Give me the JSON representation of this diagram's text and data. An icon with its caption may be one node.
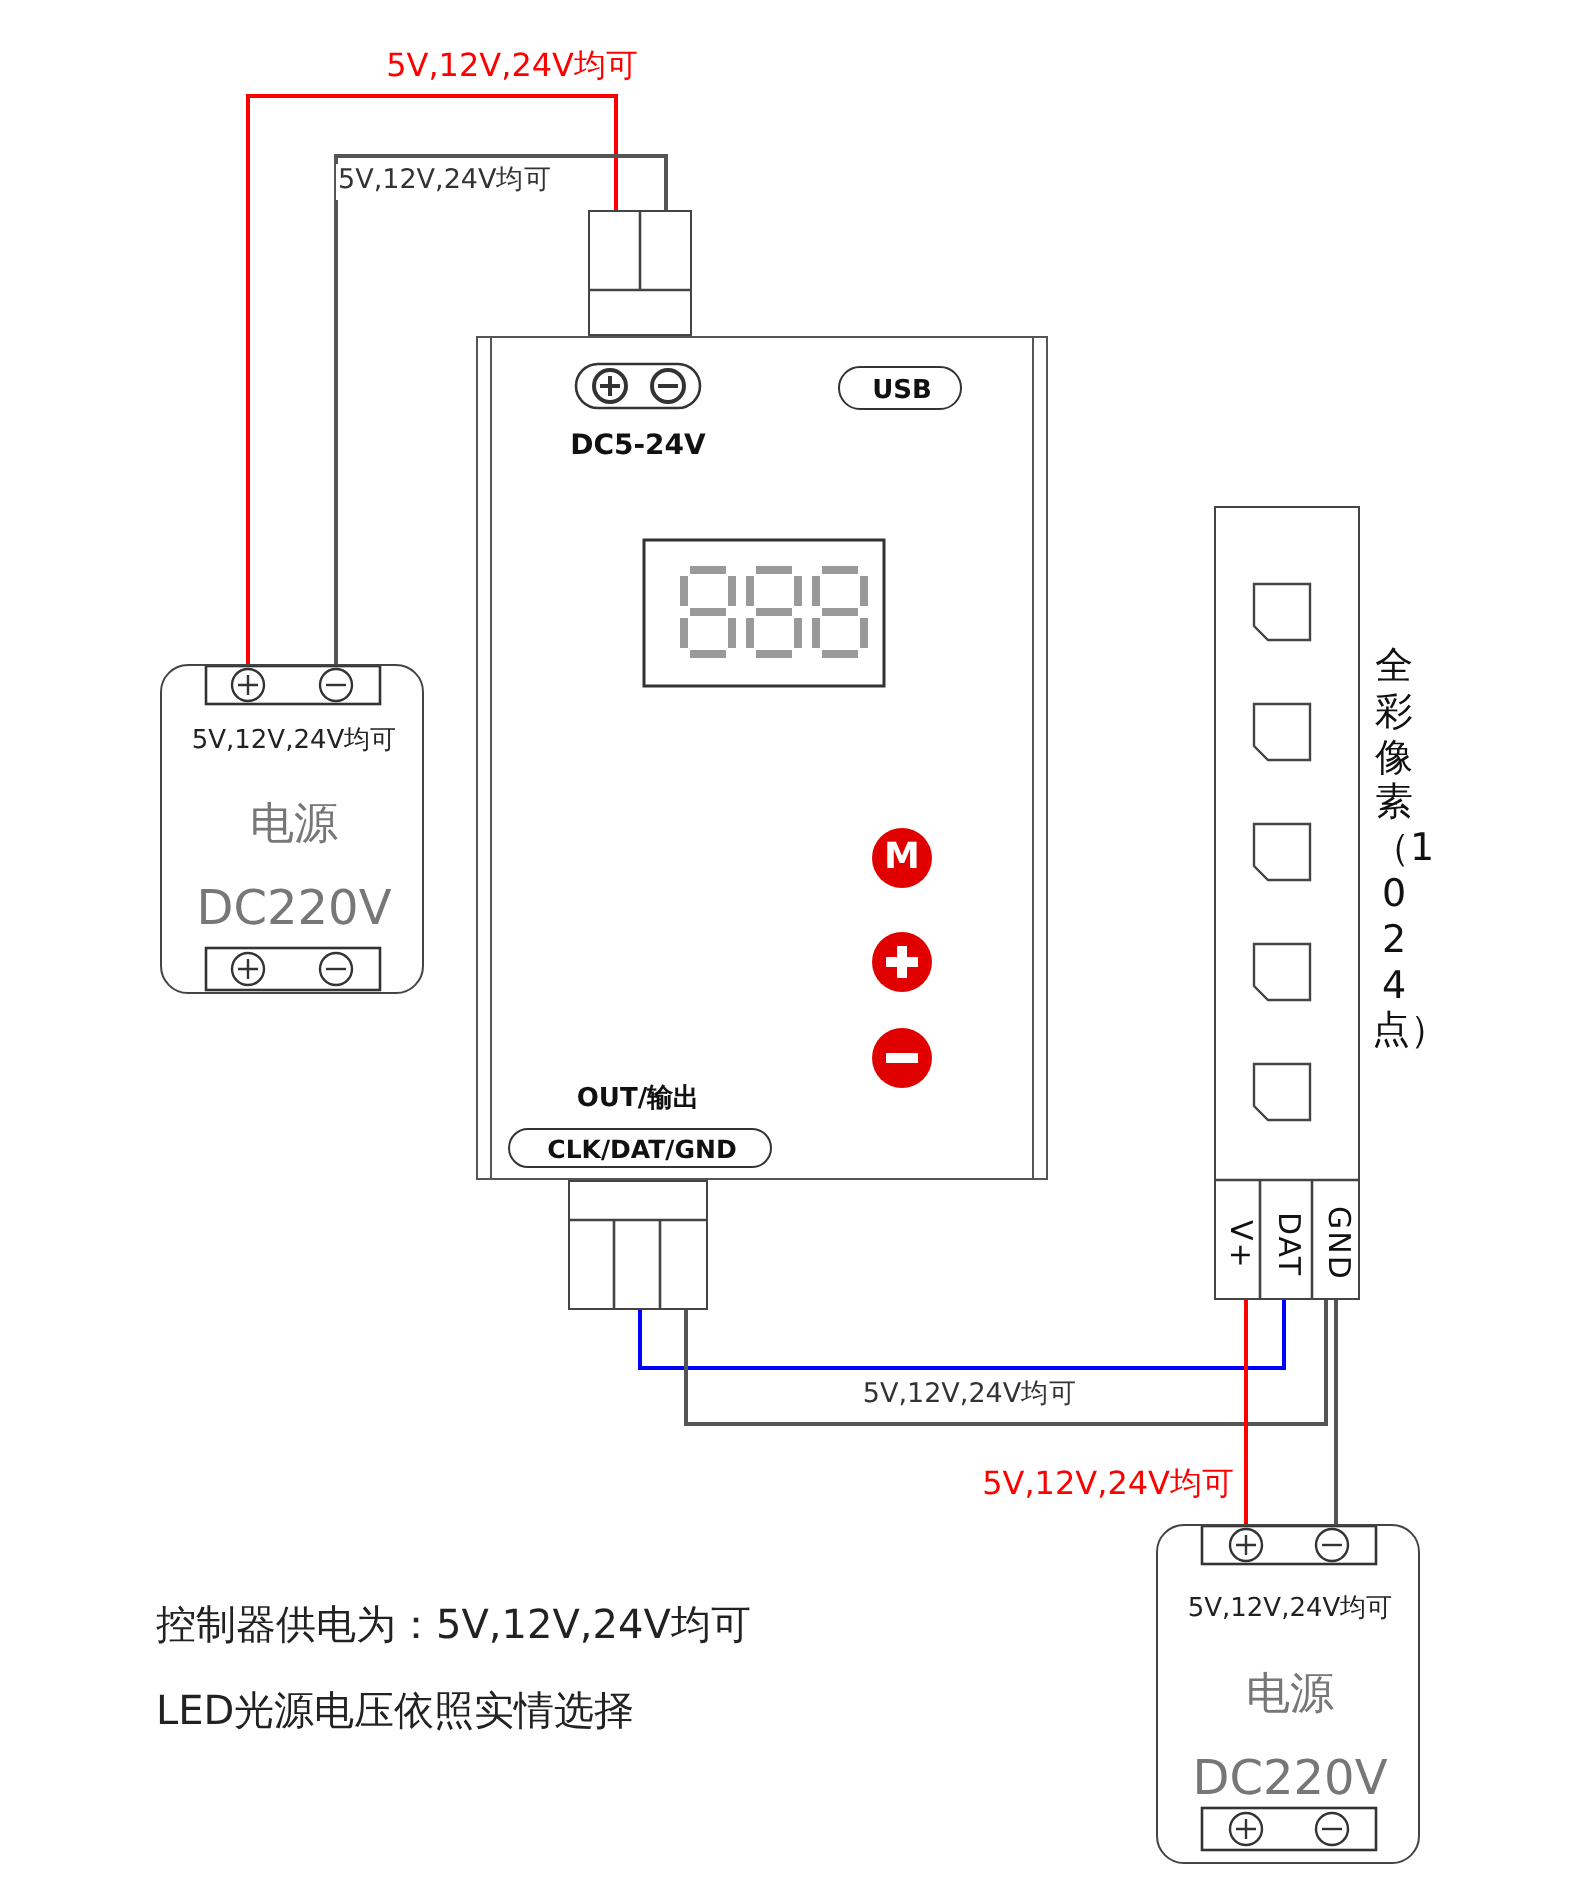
{
  "diagram": {
    "nodes": [
      {
        "text": [
          "5V,12V,24V均可",
          "电源",
          "DC220V"
        ]
      },
      {
        "text": [
          "DC5-24V",
          "OUT/输出"
        ]
      },
      {
        "text": [
          "USB"
        ],
        "in": 1
      },
      {
        "text": [
          "CLK/DAT/GND"
        ],
        "in": 1
      },
      {
        "text": [
          "M"
        ],
        "in": 1
      },
      {
        "text": [],
        "shape": "circle",
        "in": 1
      },
      {
        "text": [],
        "shape": "circle",
        "in": 1
      },
      {
        "text": [],
        "shape": "box"
      },
      {
        "text": [],
        "shape": "box"
      },
      {
        "text": [
          "V+",
          "DAT",
          "GND"
        ],
        "beside": [
          "全彩像素（1024点）"
        ]
      },
      {
        "text": [
          "5V,12V,24V均可",
          "电源",
          "DC220V"
        ]
      }
    ],
    "edges": [
      {
        "from": 0,
        "to": 7,
        "arrow": "none",
        "label": "5V,12V,24V均可",
        "color": "#ff0000"
      },
      {
        "from": 0,
        "to": 7,
        "arrow": "none",
        "label": "5V,12V,24V均可"
      },
      {
        "from": 8,
        "to": 9,
        "arrow": "none",
        "color": "#0000ff"
      },
      {
        "from": 8,
        "to": 9,
        "arrow": "none",
        "label": "5V,12V,24V均可"
      },
      {
        "from": 10,
        "to": 9,
        "arrow": "none",
        "label": "5V,12V,24V均可",
        "color": "#ff0000"
      },
      {
        "from": 10,
        "to": 9,
        "arrow": "none"
      }
    ],
    "labels": [
      "控制器供电为：5V,12V,24V均可",
      "LED光源电压依照实情选择"
    ]
  }
}
